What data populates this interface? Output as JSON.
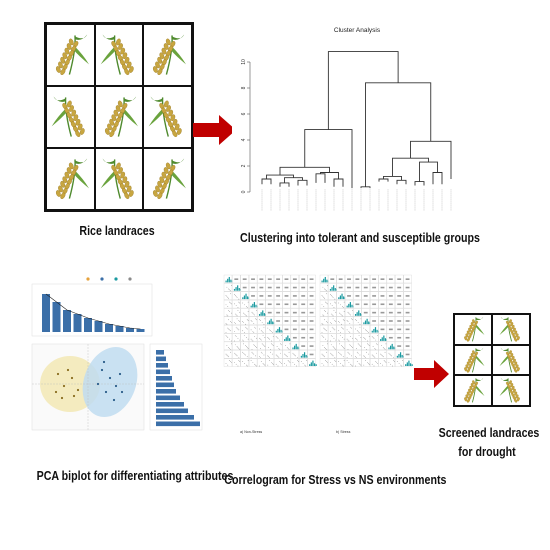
{
  "captions": {
    "rice_landraces": "Rice landraces",
    "clustering": "Clustering into tolerant and susceptible groups",
    "pca": "PCA biplot for differentiating attributes",
    "correlogram": "Correlogram for  Stress vs NS  environments",
    "screened_line1": "Screened landraces",
    "screened_line2": "for drought"
  },
  "dendrogram": {
    "title": "Cluster Analysis",
    "y_ticks": [
      "0",
      "2",
      "4",
      "6",
      "8",
      "10"
    ]
  },
  "correlogram": {
    "left_label": "a) Non-Stress",
    "right_label": "b) Stress"
  },
  "icons": {
    "rice_panicle": "rice-panicle-icon",
    "arrow": "right-arrow-icon"
  },
  "colors": {
    "arrow": "#c00000",
    "bar": "#3b6fa8",
    "teal": "#1a9aa0",
    "ellipse_a": "#f3e9b8",
    "ellipse_b": "#bfdcf0",
    "grain": "#c8a640",
    "stem": "#4f8a2e"
  }
}
